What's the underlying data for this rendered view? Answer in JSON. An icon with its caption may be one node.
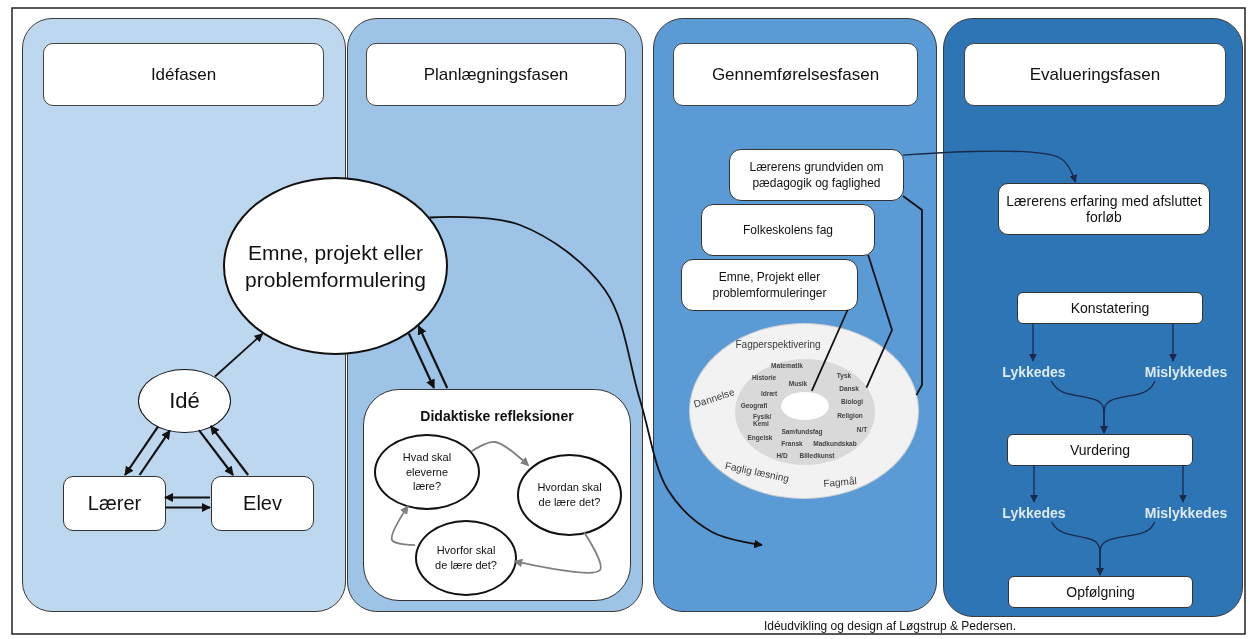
{
  "diagram": {
    "caption": "Idéudvikling og design af Løgstrup & Pedersen.",
    "nodes": [
      {
        "text": [],
        "shape": "box"
      },
      {
        "text": [
          "Idéfasen"
        ],
        "in": 0
      },
      {
        "text": [
          "Emne, projekt eller problemformulering"
        ]
      },
      {
        "text": [
          "Idé"
        ],
        "in": 0
      },
      {
        "text": [
          "Lærer"
        ],
        "in": 0
      },
      {
        "text": [
          "Elev"
        ],
        "in": 0
      },
      {
        "text": [],
        "shape": "box"
      },
      {
        "text": [
          "Planlægningsfasen"
        ],
        "in": 6
      },
      {
        "text": [
          "Didaktiske refleksioner"
        ],
        "in": 6
      },
      {
        "text": [
          "Hvad skal eleverne lære?"
        ],
        "in": 8
      },
      {
        "text": [
          "Hvordan skal de lære det?"
        ],
        "in": 8
      },
      {
        "text": [
          "Hvorfor skal de lære det?"
        ],
        "in": 8
      },
      {
        "text": [],
        "shape": "box"
      },
      {
        "text": [
          "Gennemførelsesfasen"
        ],
        "in": 12
      },
      {
        "text": [
          "Lærerens grundviden om pædagogik og faglighed"
        ],
        "in": 12
      },
      {
        "text": [
          "Folkeskolens fag"
        ],
        "in": 12
      },
      {
        "text": [
          "Emne, Projekt eller problemformuleringer"
        ],
        "in": 12
      },
      {
        "text": [
          "Fagperspektivering",
          "Dannelse",
          "Faglig læsning",
          "Fagmål"
        ],
        "in": 12
      },
      {
        "text": [
          "Matematik",
          "Tysk",
          "Historie",
          "Musik",
          "Dansk",
          "Idræt",
          "Biologi",
          "Geografi",
          "Fysik/ Kemi",
          "Religion",
          "Samfundsfag",
          "N/T",
          "Engelsk",
          "Fransk",
          "Madkundskab",
          "H/D",
          "Billedkunst"
        ],
        "in": 17
      },
      {
        "text": [],
        "shape": "circle",
        "in": 18
      },
      {
        "text": [],
        "shape": "box"
      },
      {
        "text": [
          "Evalueringsfasen"
        ],
        "in": 20
      },
      {
        "text": [
          "Lærerens erfaring med afsluttet forløb"
        ],
        "in": 20
      },
      {
        "text": [
          "Konstatering"
        ],
        "in": 20
      },
      {
        "text": [
          "Lykkedes"
        ],
        "in": 20
      },
      {
        "text": [
          "Mislykkedes"
        ],
        "in": 20
      },
      {
        "text": [
          "Vurdering"
        ],
        "in": 20
      },
      {
        "text": [
          "Lykkedes"
        ],
        "in": 20
      },
      {
        "text": [
          "Mislykkedes"
        ],
        "in": 20
      },
      {
        "text": [
          "Opfølgning"
        ],
        "in": 20
      }
    ],
    "edges": [
      {
        "from": 3,
        "to": 2,
        "arrow": "to"
      },
      {
        "from": 3,
        "to": 4,
        "arrow": "to"
      },
      {
        "from": 4,
        "to": 3,
        "arrow": "to"
      },
      {
        "from": 5,
        "to": 3,
        "arrow": "to"
      },
      {
        "from": 3,
        "to": 5,
        "arrow": "to"
      },
      {
        "from": 4,
        "to": 5,
        "arrow": "to"
      },
      {
        "from": 5,
        "to": 4,
        "arrow": "to"
      },
      {
        "from": 2,
        "to": 8,
        "arrow": "to"
      },
      {
        "from": 8,
        "to": 2,
        "arrow": "to"
      },
      {
        "from": 2,
        "to": null,
        "arrow": "to"
      },
      {
        "from": 9,
        "to": 10,
        "arrow": "to",
        "color": "#808080"
      },
      {
        "from": 10,
        "to": 11,
        "arrow": "to",
        "color": "#808080"
      },
      {
        "from": 11,
        "to": 9,
        "arrow": "to",
        "color": "#808080"
      },
      {
        "from": 16,
        "to": 19,
        "arrow": "none"
      },
      {
        "from": 15,
        "to": 18,
        "arrow": "none"
      },
      {
        "from": 14,
        "to": 17,
        "arrow": "none"
      },
      {
        "from": 14,
        "to": 22,
        "arrow": "to"
      },
      {
        "from": 23,
        "to": 24,
        "arrow": "to"
      },
      {
        "from": 23,
        "to": 25,
        "arrow": "to"
      },
      {
        "from": 24,
        "to": 26,
        "arrow": "to"
      },
      {
        "from": 25,
        "to": 26,
        "arrow": "to"
      },
      {
        "from": 26,
        "to": 27,
        "arrow": "to"
      },
      {
        "from": 26,
        "to": 28,
        "arrow": "to"
      },
      {
        "from": 27,
        "to": 29,
        "arrow": "to"
      },
      {
        "from": 28,
        "to": 29,
        "arrow": "to"
      }
    ]
  }
}
